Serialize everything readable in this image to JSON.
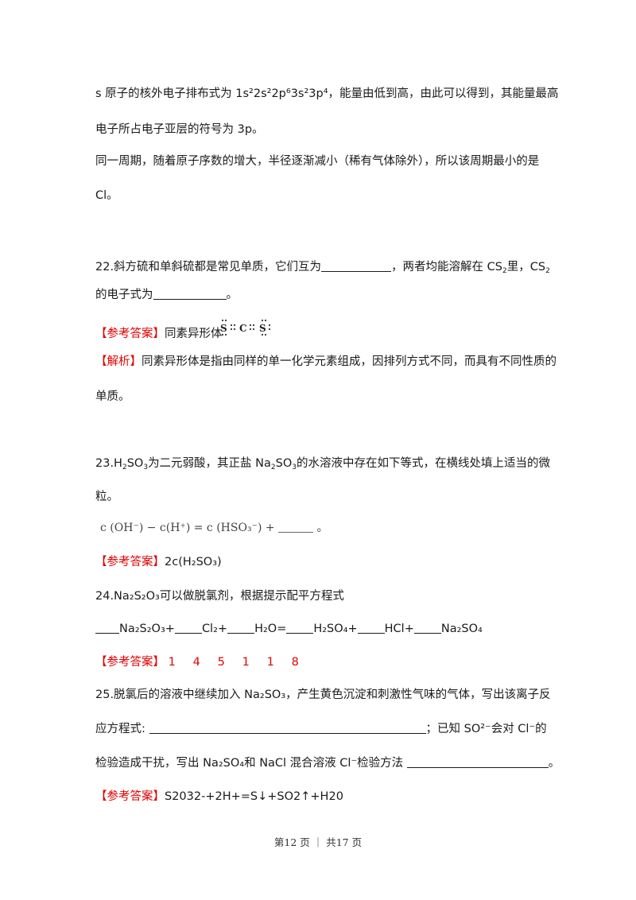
{
  "lines": {
    "l1": "s 原子的核外电子排布式为 1s²2s²2p⁶3s²3p⁴，能量由低到高，由此可以得到，其能量最高",
    "l2": "电子所占电子亚层的符号为 3p。",
    "l3": "同一周期，随着原子序数的增大，半径逐渐减小（稀有气体除外），所以该周期最小的是",
    "l4": "Cl。"
  },
  "q22": {
    "text_a": "22.斜方硫和单斜硫都是常见单质，它们互为",
    "text_b": "，两者均能溶解在 CS",
    "text_b_sub": "2",
    "text_c": "里，CS",
    "text_c_sub": "2",
    "line2": "的电子式为",
    "line2_end": "。",
    "answer_tag": "【参考答案】",
    "answer": "同素异形体",
    "lewis": "S :: C :: S",
    "analysis_tag": "【解析】",
    "analysis_1": "同素异形体是指由同样的单一化学元素组成，因排列方式不同，而具有不同性质的",
    "analysis_2": "单质。"
  },
  "q23": {
    "text_a": "23.H",
    "text_b": "SO",
    "text_c": "为二元弱酸，其正盐 Na",
    "text_d": "SO",
    "text_e": "的水溶液中存在如下等式，在横线处填上适当的微",
    "line2": "粒。",
    "equation": "c (OH⁻) − c(H⁺) = c (HSO₃⁻) +",
    "equation_end": "。",
    "answer_tag": "【参考答案】",
    "answer": "2c(H₂SO₃)"
  },
  "q24": {
    "title": "24.Na₂S₂O₃可以做脱氯剂，根据提示配平方程式",
    "terms": [
      "Na₂S₂O₃+",
      "Cl₂+",
      "H₂O=",
      "H₂SO₄+",
      "HCl+",
      "Na₂SO₄"
    ],
    "answer_tag": "【参考答案】",
    "answer_nums": [
      "1",
      "4",
      "5",
      "1",
      "1",
      "8"
    ]
  },
  "q25": {
    "line1": "25.脱氯后的溶液中继续加入 Na₂SO₃，产生黄色沉淀和刺激性气味的气体，写出该离子反",
    "line2_a": "应方程式:",
    "line2_b": "；已知 SO²⁻会对 Cl⁻的",
    "line3_a": "检验造成干扰，写出 Na₂SO₄和 NaCl 混合溶液 Cl⁻检验方法",
    "line3_b": "。",
    "answer_tag": "【参考答案】",
    "answer": "S2032-+2H+=S↓+SO2↑+H20"
  },
  "footer": "第12 页 ｜ 共17 页"
}
